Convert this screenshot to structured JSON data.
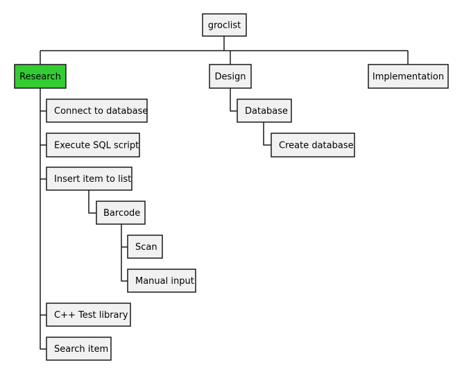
{
  "colors": {
    "node_fill": "#f1f1f1",
    "highlight_fill": "#33cc33",
    "border": "#181818",
    "text": "#000000"
  },
  "root": {
    "label": "groclist"
  },
  "branches": {
    "research": {
      "label": "Research",
      "highlighted": true,
      "items": {
        "connect": "Connect to database",
        "execute": "Execute SQL script",
        "insert": "Insert item to list",
        "barcode": "Barcode",
        "scan": "Scan",
        "manual": "Manual input",
        "cpp_test": "C++ Test library",
        "search": "Search item"
      }
    },
    "design": {
      "label": "Design",
      "items": {
        "database": "Database",
        "create_database": "Create database"
      }
    },
    "implementation": {
      "label": "Implementation"
    }
  }
}
